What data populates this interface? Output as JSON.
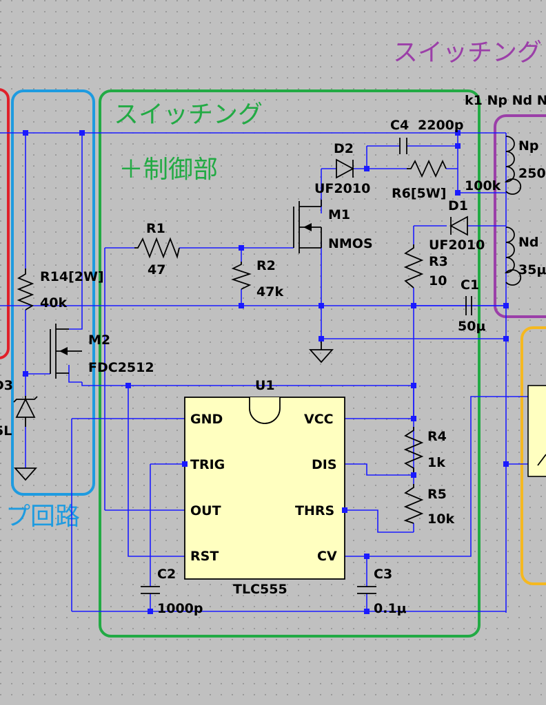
{
  "regions": {
    "switching_title": "スイッチング",
    "switching_subtitle": "＋制御部",
    "top_right_title": "スイッチング",
    "left_fragment": "プ回路"
  },
  "colors": {
    "background": "#c0c0c0",
    "wire": "#1a1aff",
    "green_box": "#22aa44",
    "blue_box": "#1e9be0",
    "purple_box": "#9b3fa8",
    "red_box": "#e0202a",
    "orange_box": "#f5b820",
    "ic_fill": "#ffffc0"
  },
  "components": {
    "c4_ref": "C4",
    "c4_val": "2200p",
    "d2_ref": "D2",
    "d2_val": "UF2010",
    "r6_ref": "R6[5W]",
    "r6_val": "100k",
    "m1_ref": "M1",
    "m1_val": "NMOS",
    "r1_ref": "R1",
    "r1_val": "47",
    "r2_ref": "R2",
    "r2_val": "47k",
    "d1_ref": "D1",
    "d1_val": "UF2010",
    "r3_ref": "R3",
    "r3_val": "10",
    "c1_ref": "C1",
    "c1_val": "50μ",
    "r14_ref": "R14[2W]",
    "r14_val": "40k",
    "m2_ref": "M2",
    "m2_val": "FDC2512",
    "d3_ref": "D3",
    "d3_val": "5L",
    "u1_ref": "U1",
    "u1_val": "TLC555",
    "r4_ref": "R4",
    "r4_val": "1k",
    "r5_ref": "R5",
    "r5_val": "10k",
    "c2_ref": "C2",
    "c2_val": "1000p",
    "c3_ref": "C3",
    "c3_val": "0.1μ",
    "transformer_header": "k1 Np Nd N",
    "np_label": "Np",
    "np_val": "250",
    "nd_label": "Nd",
    "nd_val": "35μ"
  },
  "ic_pins": {
    "gnd": "GND",
    "trig": "TRIG",
    "out": "OUT",
    "rst": "RST",
    "vcc": "VCC",
    "dis": "DIS",
    "thrs": "THRS",
    "cv": "CV"
  }
}
